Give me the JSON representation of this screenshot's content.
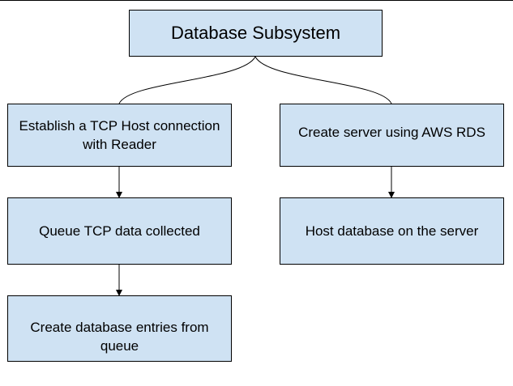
{
  "diagram": {
    "root": {
      "label": "Database Subsystem"
    },
    "left_branch": [
      {
        "label": "Establish a TCP Host connection with Reader"
      },
      {
        "label": "Queue TCP data collected"
      },
      {
        "label": "Create database entries from queue"
      }
    ],
    "right_branch": [
      {
        "label": "Create server using AWS RDS"
      },
      {
        "label": "Host database on the server"
      }
    ],
    "colors": {
      "node_fill": "#cfe2f3",
      "node_border": "#000000",
      "edge": "#000000"
    }
  }
}
